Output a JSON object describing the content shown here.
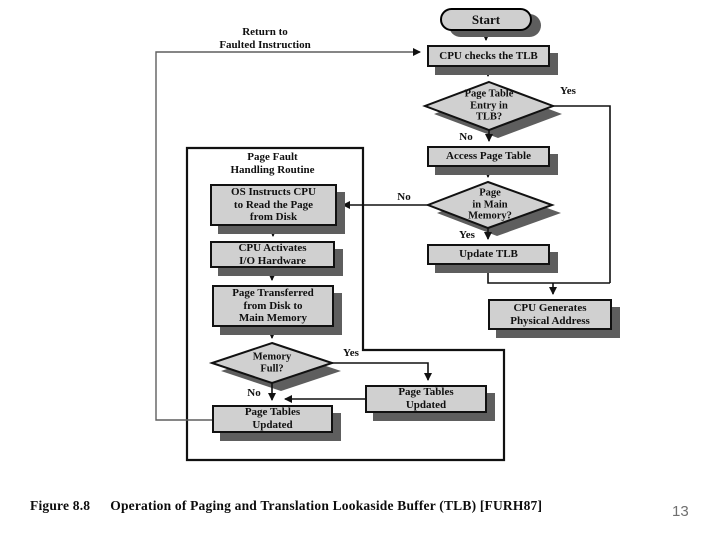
{
  "page": {
    "number": "13"
  },
  "caption": {
    "figure": "Figure 8.8",
    "title": "Operation of Paging and Translation Lookaside Buffer (TLB)  [FURH87]"
  },
  "flowchart": {
    "routine_label": "Page Fault\nHandling Routine",
    "return_label": "Return to\nFaulted Instruction",
    "nodes": {
      "start": "Start",
      "cpu_checks_tlb": "CPU checks the TLB",
      "tlb_entry": "Page Table\nEntry in\nTLB?",
      "access_page_table": "Access Page Table",
      "page_in_memory": "Page\nin Main\nMemory?",
      "update_tlb": "Update TLB",
      "cpu_generates": "CPU Generates\nPhysical Address",
      "os_instructs": "OS Instructs CPU\nto Read the Page\nfrom Disk",
      "cpu_activates": "CPU Activates\nI/O Hardware",
      "page_transferred": "Page Transferred\nfrom Disk to\nMain Memory",
      "memory_full": "Memory\nFull?",
      "pt_updated_right": "Page Tables\nUpdated",
      "pt_updated_bottom": "Page Tables\nUpdated"
    },
    "labels": {
      "tlb_yes": "Yes",
      "tlb_no": "No",
      "mem_no": "No",
      "mem_yes": "Yes",
      "full_yes": "Yes",
      "full_no": "No"
    },
    "colors": {
      "node_fill": "#d0d0d0",
      "node_border": "#111111",
      "shadow": "#5e5e5e",
      "connector": "#1a1a1a",
      "return_line": "#5f5f5f",
      "page_number": "#6f6f6f"
    }
  }
}
